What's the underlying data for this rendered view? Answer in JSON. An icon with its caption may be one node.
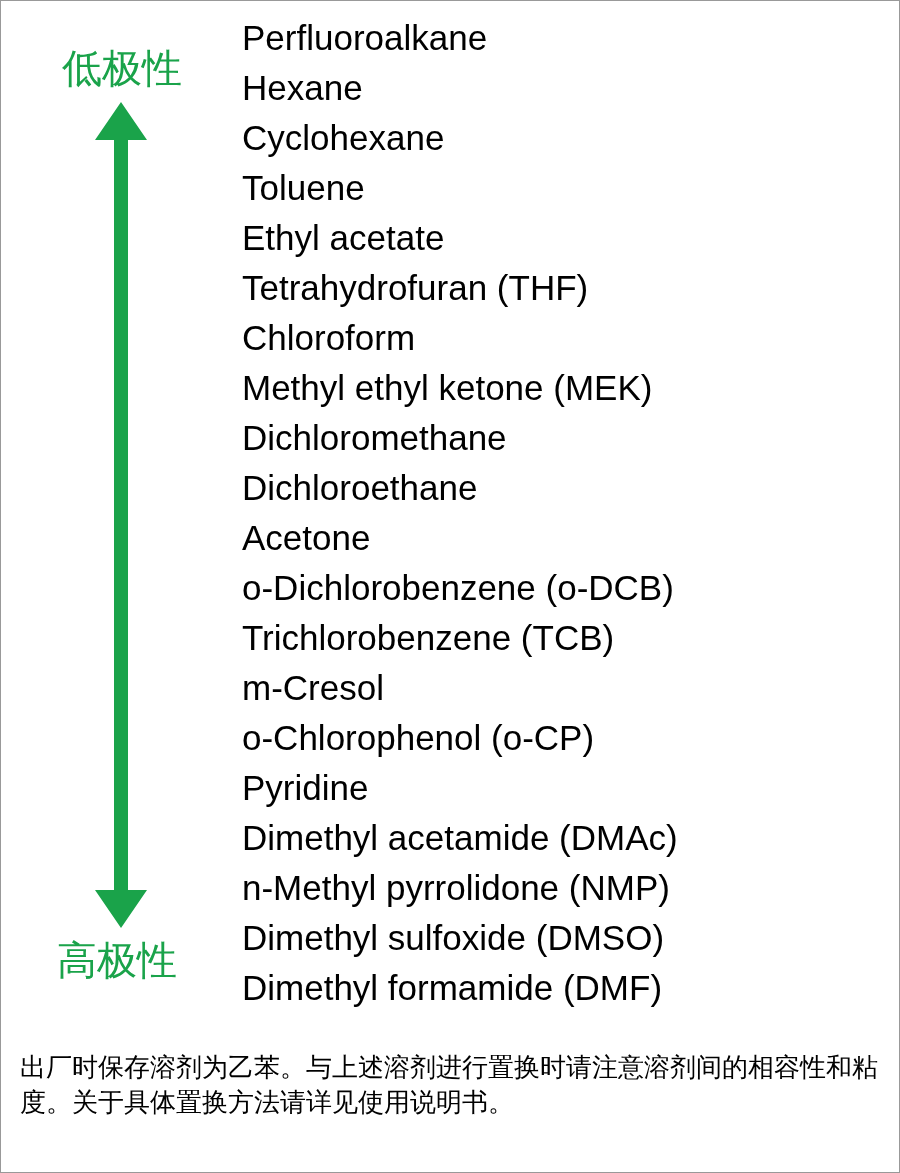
{
  "diagram": {
    "caption": "出厂时保存溶剂为乙苯。与上述溶剂进行置换时请注意溶剂间的相容性和粘度。关于具体置换方法请详见使用说明书。",
    "labels": [
      "低极性",
      "Perfluoroalkane",
      "Hexane",
      "Cyclohexane",
      "Toluene",
      "Ethyl acetate",
      "Tetrahydrofuran (THF)",
      "Chloroform",
      "Methyl ethyl ketone (MEK)",
      "Dichloromethane",
      "Dichloroethane",
      "Acetone",
      "o-Dichlorobenzene (o-DCB)",
      "Trichlorobenzene (TCB)",
      "m-Cresol",
      "o-Chlorophenol (o-CP)",
      "Pyridine",
      "Dimethyl acetamide (DMAc)",
      "n-Methyl pyrrolidone (NMP)",
      "Dimethyl sulfoxide (DMSO)",
      "高极性",
      "Dimethyl formamide (DMF)"
    ]
  }
}
